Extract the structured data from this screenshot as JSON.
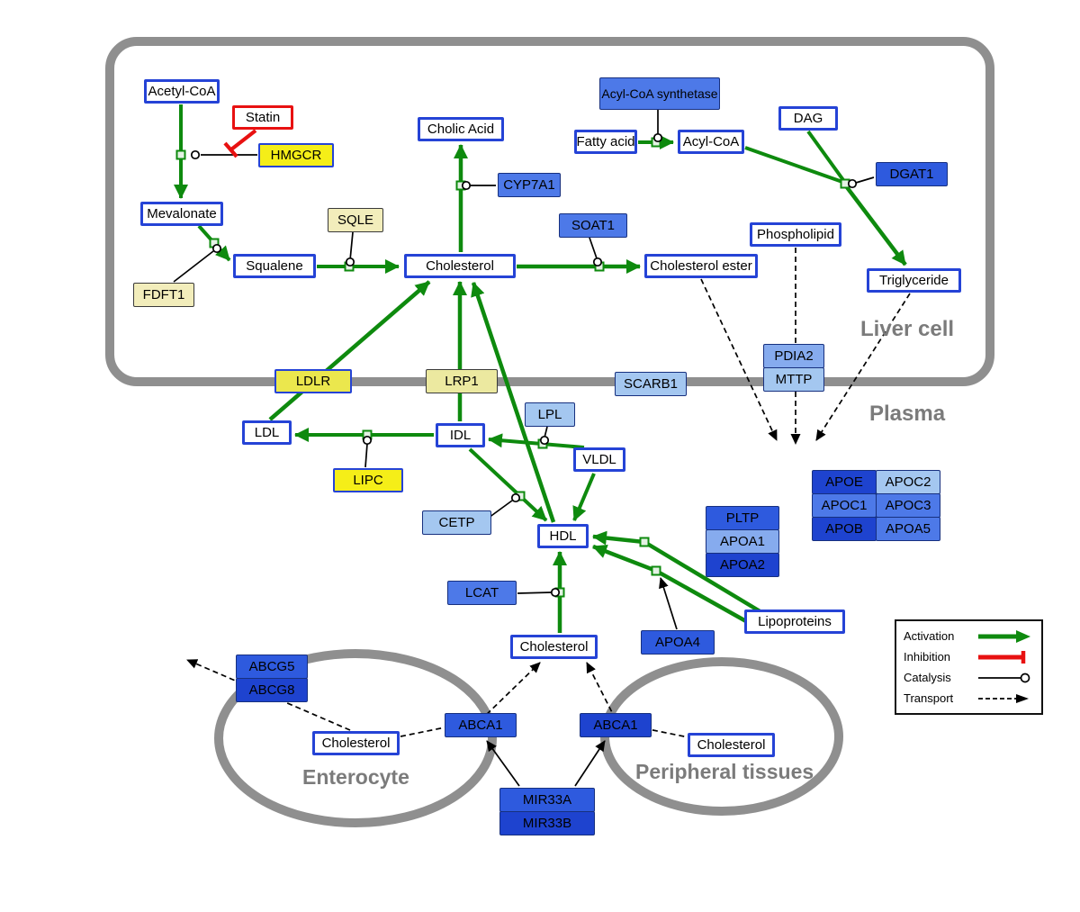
{
  "compartments": {
    "liver_cell": "Liver cell",
    "plasma": "Plasma",
    "enterocyte": "Enterocyte",
    "peripheral_tissues": "Peripheral tissues"
  },
  "nodes": {
    "acetyl_coa": "Acetyl-CoA",
    "statin": "Statin",
    "hmgcr": "HMGCR",
    "mevalonate": "Mevalonate",
    "sqle": "SQLE",
    "fdft1": "FDFT1",
    "squalene": "Squalene",
    "cholesterol_liver": "Cholesterol",
    "cholic_acid": "Cholic Acid",
    "cyp7a1": "CYP7A1",
    "soat1": "SOAT1",
    "cholesterol_ester": "Cholesterol ester",
    "acyl_coa_synthetase": "Acyl-CoA synthetase",
    "fatty_acid": "Fatty acid",
    "acyl_coa": "Acyl-CoA",
    "dag": "DAG",
    "dgat1": "DGAT1",
    "phospholipid": "Phospholipid",
    "triglyceride": "Triglyceride",
    "ldlr": "LDLR",
    "lrp1": "LRP1",
    "scarb1": "SCARB1",
    "pdia2": "PDIA2",
    "mttp": "MTTP",
    "ldl": "LDL",
    "idl": "IDL",
    "lpl": "LPL",
    "vldl": "VLDL",
    "lipc": "LIPC",
    "cetp": "CETP",
    "hdl": "HDL",
    "lcat": "LCAT",
    "cholesterol_plasma": "Cholesterol",
    "apoa4": "APOA4",
    "lipoproteins": "Lipoproteins",
    "pltp": "PLTP",
    "apoa1": "APOA1",
    "apoa2": "APOA2",
    "apoe": "APOE",
    "apoc2": "APOC2",
    "apoc1": "APOC1",
    "apoc3": "APOC3",
    "apob": "APOB",
    "apoa5": "APOA5",
    "abcg5": "ABCG5",
    "abcg8": "ABCG8",
    "cholesterol_enterocyte": "Cholesterol",
    "abca1_enterocyte": "ABCA1",
    "abca1_peripheral": "ABCA1",
    "cholesterol_peripheral": "Cholesterol",
    "mir33a": "MIR33A",
    "mir33b": "MIR33B"
  },
  "legend": {
    "activation": "Activation",
    "inhibition": "Inhibition",
    "catalysis": "Catalysis",
    "transport": "Transport"
  },
  "colors": {
    "activation_green": "#0e8a0e",
    "inhibition_red": "#e81111",
    "metabolite_border_blue": "#2543d6",
    "membrane_gray": "#8f8f8f"
  }
}
